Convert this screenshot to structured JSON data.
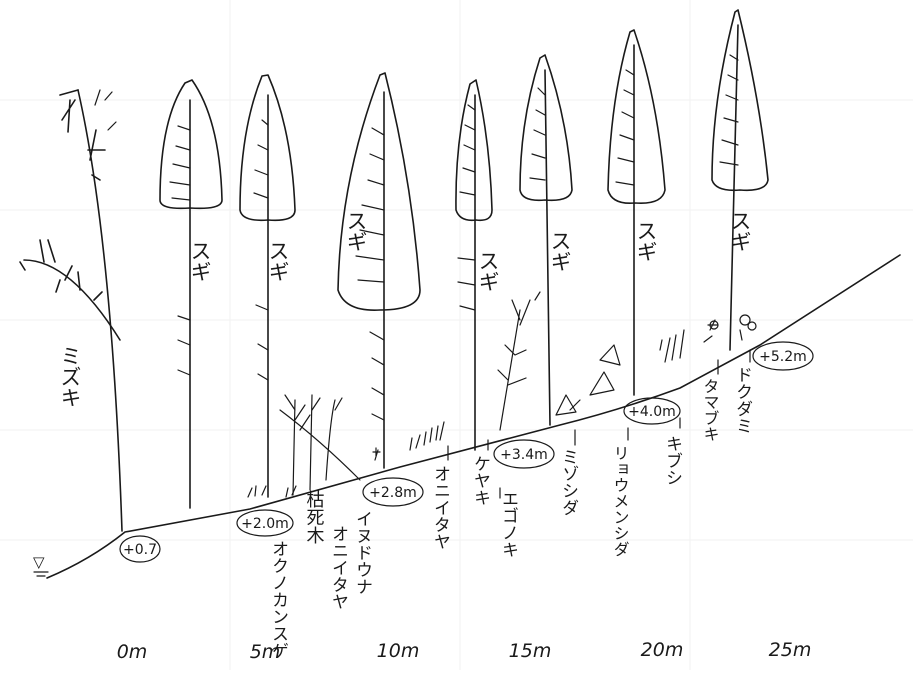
{
  "axis": {
    "labels": [
      "0m",
      "5m",
      "10m",
      "15m",
      "20m",
      "25m"
    ]
  },
  "ground_marker": "▽",
  "elevations": [
    "+0.7",
    "+2.0m",
    "+2.8m",
    "+3.4m",
    "+4.0m",
    "+5.2m"
  ],
  "trees": {
    "mizuki": "ミズキ",
    "sugi": "スギ"
  },
  "plants": [
    "オクノカンスゲ",
    "枯死木",
    "イヌドウナ",
    "オニイタヤ",
    "オニイタヤ",
    "ケヤキ",
    "エゴノキ",
    "ミゾシダ",
    "リョウメンシダ",
    "キブシ",
    "タマブキ",
    "ドクダミ"
  ],
  "colors": {
    "ink": "#1a1a1a",
    "paper": "#ffffff",
    "grid": "#f2f2f2"
  }
}
